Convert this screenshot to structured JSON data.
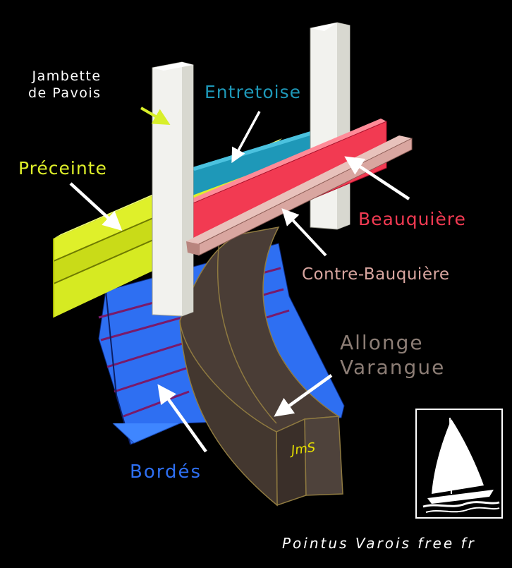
{
  "labels": {
    "jambette": [
      "Jambette",
      "de Pavois"
    ],
    "entretoise": "Entretoise",
    "preceinte": "Préceinte",
    "beauquiere": "Beauquière",
    "contre_bauquiere": "Contre-Bauquière",
    "allonge": [
      "Allonge",
      "Varangue"
    ],
    "bordes": "Bordés"
  },
  "signature": "JmS",
  "footer": "Pointus Varois free fr",
  "colors": {
    "background": "#000000",
    "jambette_text": "#ffffff",
    "entretoise": "#1e98b8",
    "preceinte": "#dff02a",
    "beauquiere": "#f23a52",
    "contre_bauquiere": "#d9a6a0",
    "allonge": "#4a3d36",
    "allonge_text": "#8c7d75",
    "bordes": "#2e6ff2",
    "post": "#f2f2ee",
    "arrow_white": "#ffffff",
    "arrow_yellow": "#d8ef2a"
  },
  "icons": [
    "sailboat-logo-icon"
  ]
}
